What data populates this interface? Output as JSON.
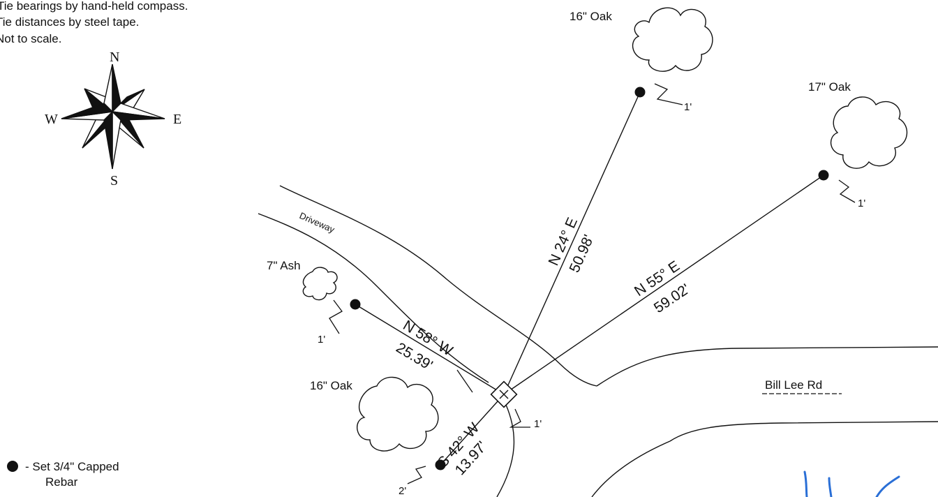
{
  "notes": [
    "Tie bearings by hand-held compass.",
    "Tie distances by steel tape.",
    "Not to scale."
  ],
  "compass": {
    "n": "N",
    "s": "S",
    "e": "E",
    "w": "W"
  },
  "roads": {
    "driveway": "Driveway",
    "road": "Bill Lee Rd"
  },
  "trees": {
    "oak_north": "16\" Oak",
    "oak_east": "17\" Oak",
    "ash": "7\" Ash",
    "oak_south": "16\" Oak"
  },
  "ties": [
    {
      "bearing": "N 24° E",
      "distance": "50.98'",
      "witness": "1'"
    },
    {
      "bearing": "N 55° E",
      "distance": "59.02'",
      "witness": "1'"
    },
    {
      "bearing": "N 58° W",
      "distance": "25.39'",
      "witness": "1'"
    },
    {
      "bearing": "S 42° W",
      "distance": "13.97'",
      "witness": "2'"
    }
  ],
  "corner_witness": "1'",
  "legend": {
    "line1": "- Set 3/4\" Capped",
    "line2": "Rebar"
  },
  "colors": {
    "ink": "#111111",
    "signature": "#2a6fd6"
  }
}
